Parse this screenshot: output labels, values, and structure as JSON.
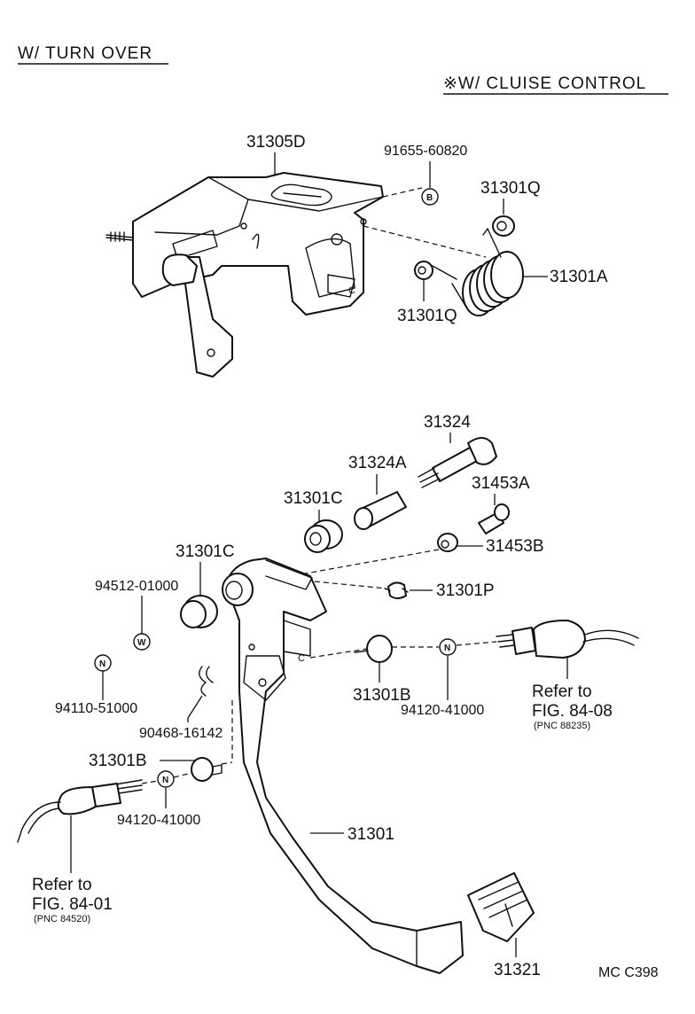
{
  "header": {
    "left": "W/ TURN OVER",
    "right": "※W/ CLUISE CONTROL"
  },
  "parts": {
    "p31305D": "31305D",
    "p91655": "91655-60820",
    "p31301Q_top": "31301Q",
    "p31301A": "31301A",
    "p31301Q_bottom": "31301Q",
    "p31324": "31324",
    "p31324A": "31324A",
    "p31453A": "31453A",
    "p31301C_upper": "31301C",
    "p31453B": "31453B",
    "p31301C_lower": "31301C",
    "p94512": "94512-01000",
    "p31301P": "31301P",
    "p94110": "94110-51000",
    "p31301B_center": "31301B",
    "p94120_center": "94120-41000",
    "p90468": "90468-16142",
    "p31301B_left": "31301B",
    "p94120_left": "94120-41000",
    "p31301": "31301",
    "p31321": "31321"
  },
  "symbols": {
    "b": "B",
    "w": "W",
    "n": "N"
  },
  "refs": {
    "right": {
      "line1": "Refer to",
      "line2": "FIG. 84-08",
      "line3": "(PNC 88235)"
    },
    "left": {
      "line1": "Refer to",
      "line2": "FIG. 84-01",
      "line3": "(PNC 84520)"
    }
  },
  "footer_code": "MC  C398"
}
